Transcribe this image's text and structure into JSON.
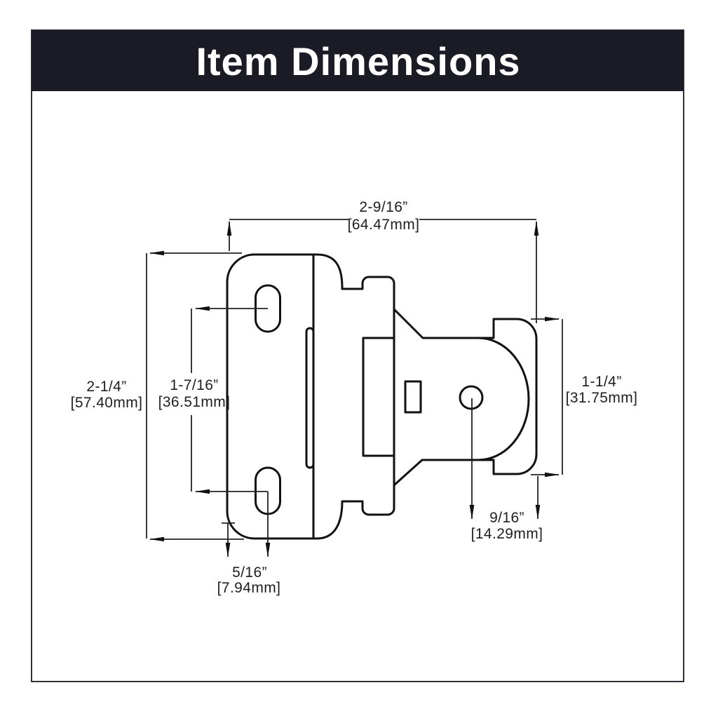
{
  "header": {
    "title": "Item Dimensions",
    "bg_color": "#1a1b25",
    "text_color": "#ffffff"
  },
  "drawing": {
    "line_color": "#111111",
    "dim_text_color": "#1f1f1f",
    "dimensions": {
      "overall_width": {
        "inches": "2-9/16”",
        "mm": "[64.47mm]"
      },
      "overall_height": {
        "inches": "2-1/4”",
        "mm": "[57.40mm]"
      },
      "slot_spacing": {
        "inches": "1-7/16”",
        "mm": "[36.51mm]"
      },
      "knuckle_height": {
        "inches": "1-1/4”",
        "mm": "[31.75mm]"
      },
      "pivot_offset": {
        "inches": "9/16”",
        "mm": "[14.29mm]"
      },
      "edge_offset": {
        "inches": "5/16”",
        "mm": "[7.94mm]"
      }
    }
  }
}
